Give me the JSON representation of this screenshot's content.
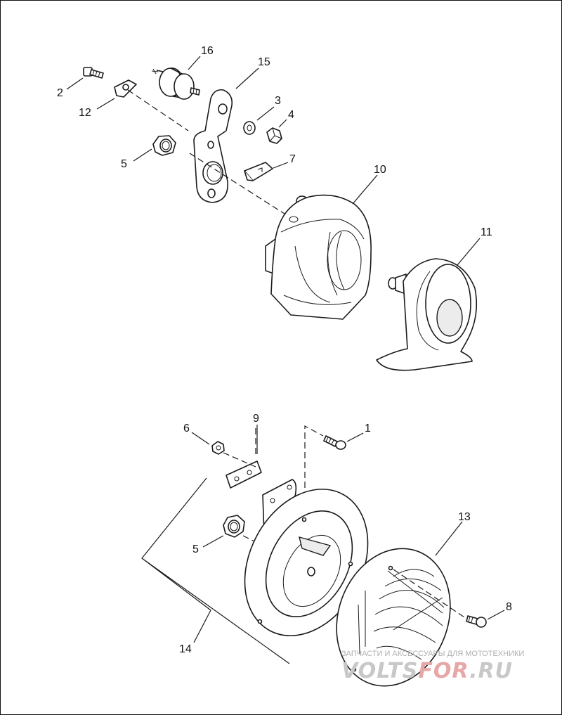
{
  "diagram": {
    "upper_assembly": {
      "callouts": [
        {
          "id": "c2",
          "label": "2"
        },
        {
          "id": "c12",
          "label": "12"
        },
        {
          "id": "c16",
          "label": "16"
        },
        {
          "id": "c15",
          "label": "15"
        },
        {
          "id": "c3",
          "label": "3"
        },
        {
          "id": "c4",
          "label": "4"
        },
        {
          "id": "c5",
          "label": "5"
        },
        {
          "id": "c7",
          "label": "7"
        },
        {
          "id": "c10",
          "label": "10"
        },
        {
          "id": "c11",
          "label": "11"
        }
      ]
    },
    "lower_assembly": {
      "callouts": [
        {
          "id": "c9",
          "label": "9"
        },
        {
          "id": "c6",
          "label": "6"
        },
        {
          "id": "c1",
          "label": "1"
        },
        {
          "id": "c13",
          "label": "13"
        },
        {
          "id": "c5b",
          "label": "5"
        },
        {
          "id": "c8",
          "label": "8"
        },
        {
          "id": "c14",
          "label": "14"
        }
      ]
    }
  },
  "watermark": {
    "tagline": "ЗАПЧАСТИ И АКСЕССУАРЫ ДЛЯ МОТОТЕХНИКИ",
    "logo_left": "VOLTS",
    "logo_accent": "FOR",
    "logo_right": ".RU"
  }
}
